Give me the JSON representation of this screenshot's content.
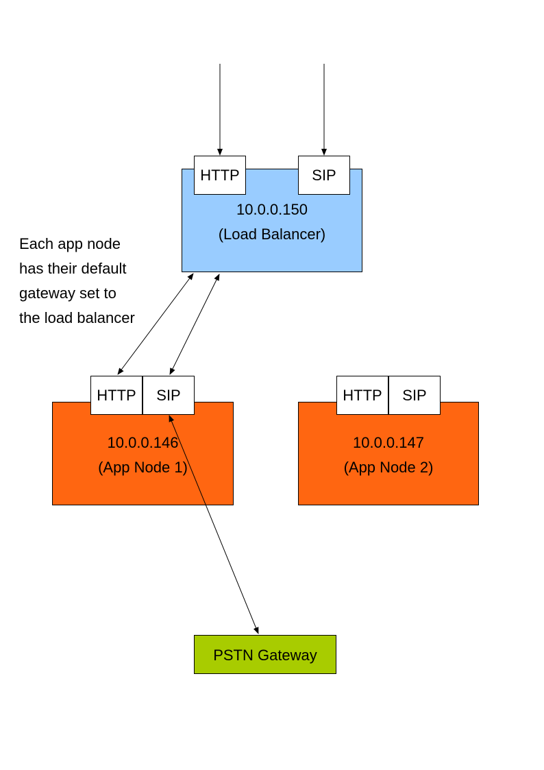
{
  "colors": {
    "load_balancer": "#99ccff",
    "app_node": "#ff6611",
    "gateway": "#a8cc00",
    "port": "#ffffff",
    "line": "#000000"
  },
  "load_balancer": {
    "ports": {
      "http": "HTTP",
      "sip": "SIP"
    },
    "ip": "10.0.0.150",
    "role": "(Load Balancer)"
  },
  "app_node_1": {
    "ports": {
      "http": "HTTP",
      "sip": "SIP"
    },
    "ip": "10.0.0.146",
    "role": "(App Node 1)"
  },
  "app_node_2": {
    "ports": {
      "http": "HTTP",
      "sip": "SIP"
    },
    "ip": "10.0.0.147",
    "role": "(App Node 2)"
  },
  "gateway": {
    "label": "PSTN Gateway"
  },
  "note": {
    "lines": [
      "Each app node",
      "has their default",
      "gateway set to",
      "the load balancer"
    ]
  }
}
